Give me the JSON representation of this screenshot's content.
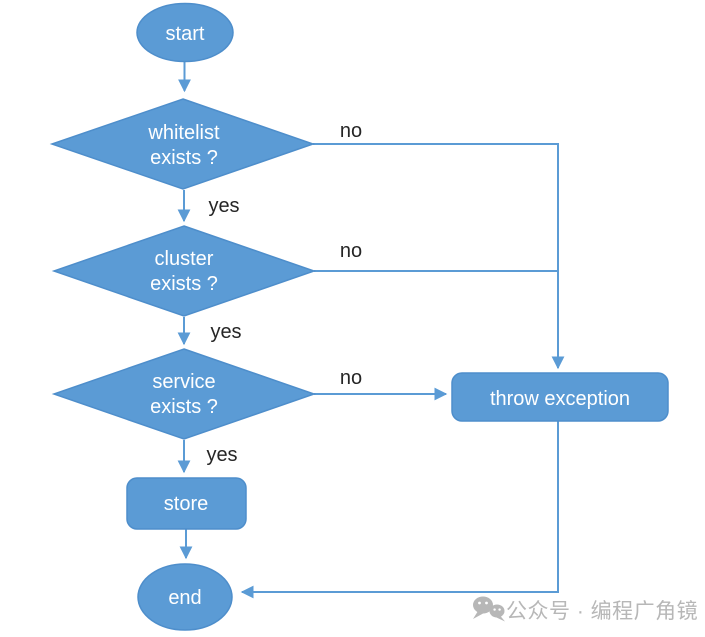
{
  "diagram": {
    "nodes": {
      "start": {
        "label": "start",
        "type": "terminator"
      },
      "whitelist": {
        "line1": "whitelist",
        "line2": "exists ?",
        "type": "decision"
      },
      "cluster": {
        "line1": "cluster",
        "line2": "exists ?",
        "type": "decision"
      },
      "service": {
        "line1": "service",
        "line2": "exists ?",
        "type": "decision"
      },
      "throw_exception": {
        "label": "throw exception",
        "type": "process"
      },
      "store": {
        "label": "store",
        "type": "process"
      },
      "end": {
        "label": "end",
        "type": "terminator"
      }
    },
    "edges": {
      "whitelist_no": "no",
      "whitelist_yes": "yes",
      "cluster_no": "no",
      "cluster_yes": "yes",
      "service_no": "no",
      "service_yes": "yes"
    }
  },
  "watermark": {
    "icon": "wechat-icon",
    "text": "公众号 · 编程广角镜"
  },
  "colors": {
    "shape_fill": "#5B9BD5",
    "shape_stroke": "#4E8ECB",
    "connector": "#5B9BD5",
    "node_text": "#FFFFFF",
    "edge_label_text": "#262626",
    "watermark_text": "#B7B7B7",
    "background": "#FFFFFF"
  }
}
